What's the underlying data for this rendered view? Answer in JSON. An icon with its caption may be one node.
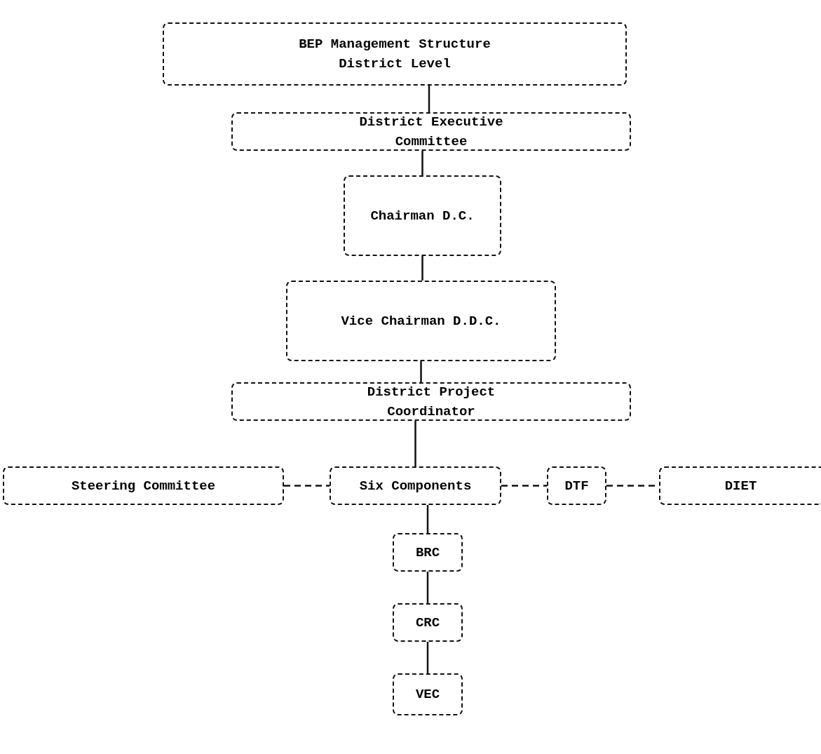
{
  "diagram": {
    "nodes": [
      {
        "text": [
          "BEP Management Structure District Level"
        ]
      },
      {
        "text": [
          "District Executive Committee"
        ]
      },
      {
        "text": [
          "Chairman D.C."
        ]
      },
      {
        "text": [
          "Vice Chairman D.D.C."
        ]
      },
      {
        "text": [
          "District Project Coordinator"
        ]
      },
      {
        "text": [
          "Steering Committee"
        ]
      },
      {
        "text": [
          "Six Components"
        ]
      },
      {
        "text": [
          "DTF"
        ]
      },
      {
        "text": [
          "DIET"
        ]
      },
      {
        "text": [
          "BRC"
        ]
      },
      {
        "text": [
          "CRC"
        ]
      },
      {
        "text": [
          "VEC"
        ]
      }
    ],
    "edges": [
      {
        "from": 0,
        "to": 1,
        "arrow": "none"
      },
      {
        "from": 1,
        "to": 2,
        "arrow": "none"
      },
      {
        "from": 2,
        "to": 3,
        "arrow": "none"
      },
      {
        "from": 3,
        "to": 4,
        "arrow": "none"
      },
      {
        "from": 4,
        "to": 6,
        "arrow": "none"
      },
      {
        "from": 5,
        "to": 6,
        "arrow": "none",
        "style": "dashed"
      },
      {
        "from": 6,
        "to": 7,
        "arrow": "none",
        "style": "dashed"
      },
      {
        "from": 7,
        "to": 8,
        "arrow": "none",
        "style": "dashed"
      },
      {
        "from": 6,
        "to": 9,
        "arrow": "none"
      },
      {
        "from": 9,
        "to": 10,
        "arrow": "none"
      },
      {
        "from": 10,
        "to": 11,
        "arrow": "none"
      }
    ]
  }
}
